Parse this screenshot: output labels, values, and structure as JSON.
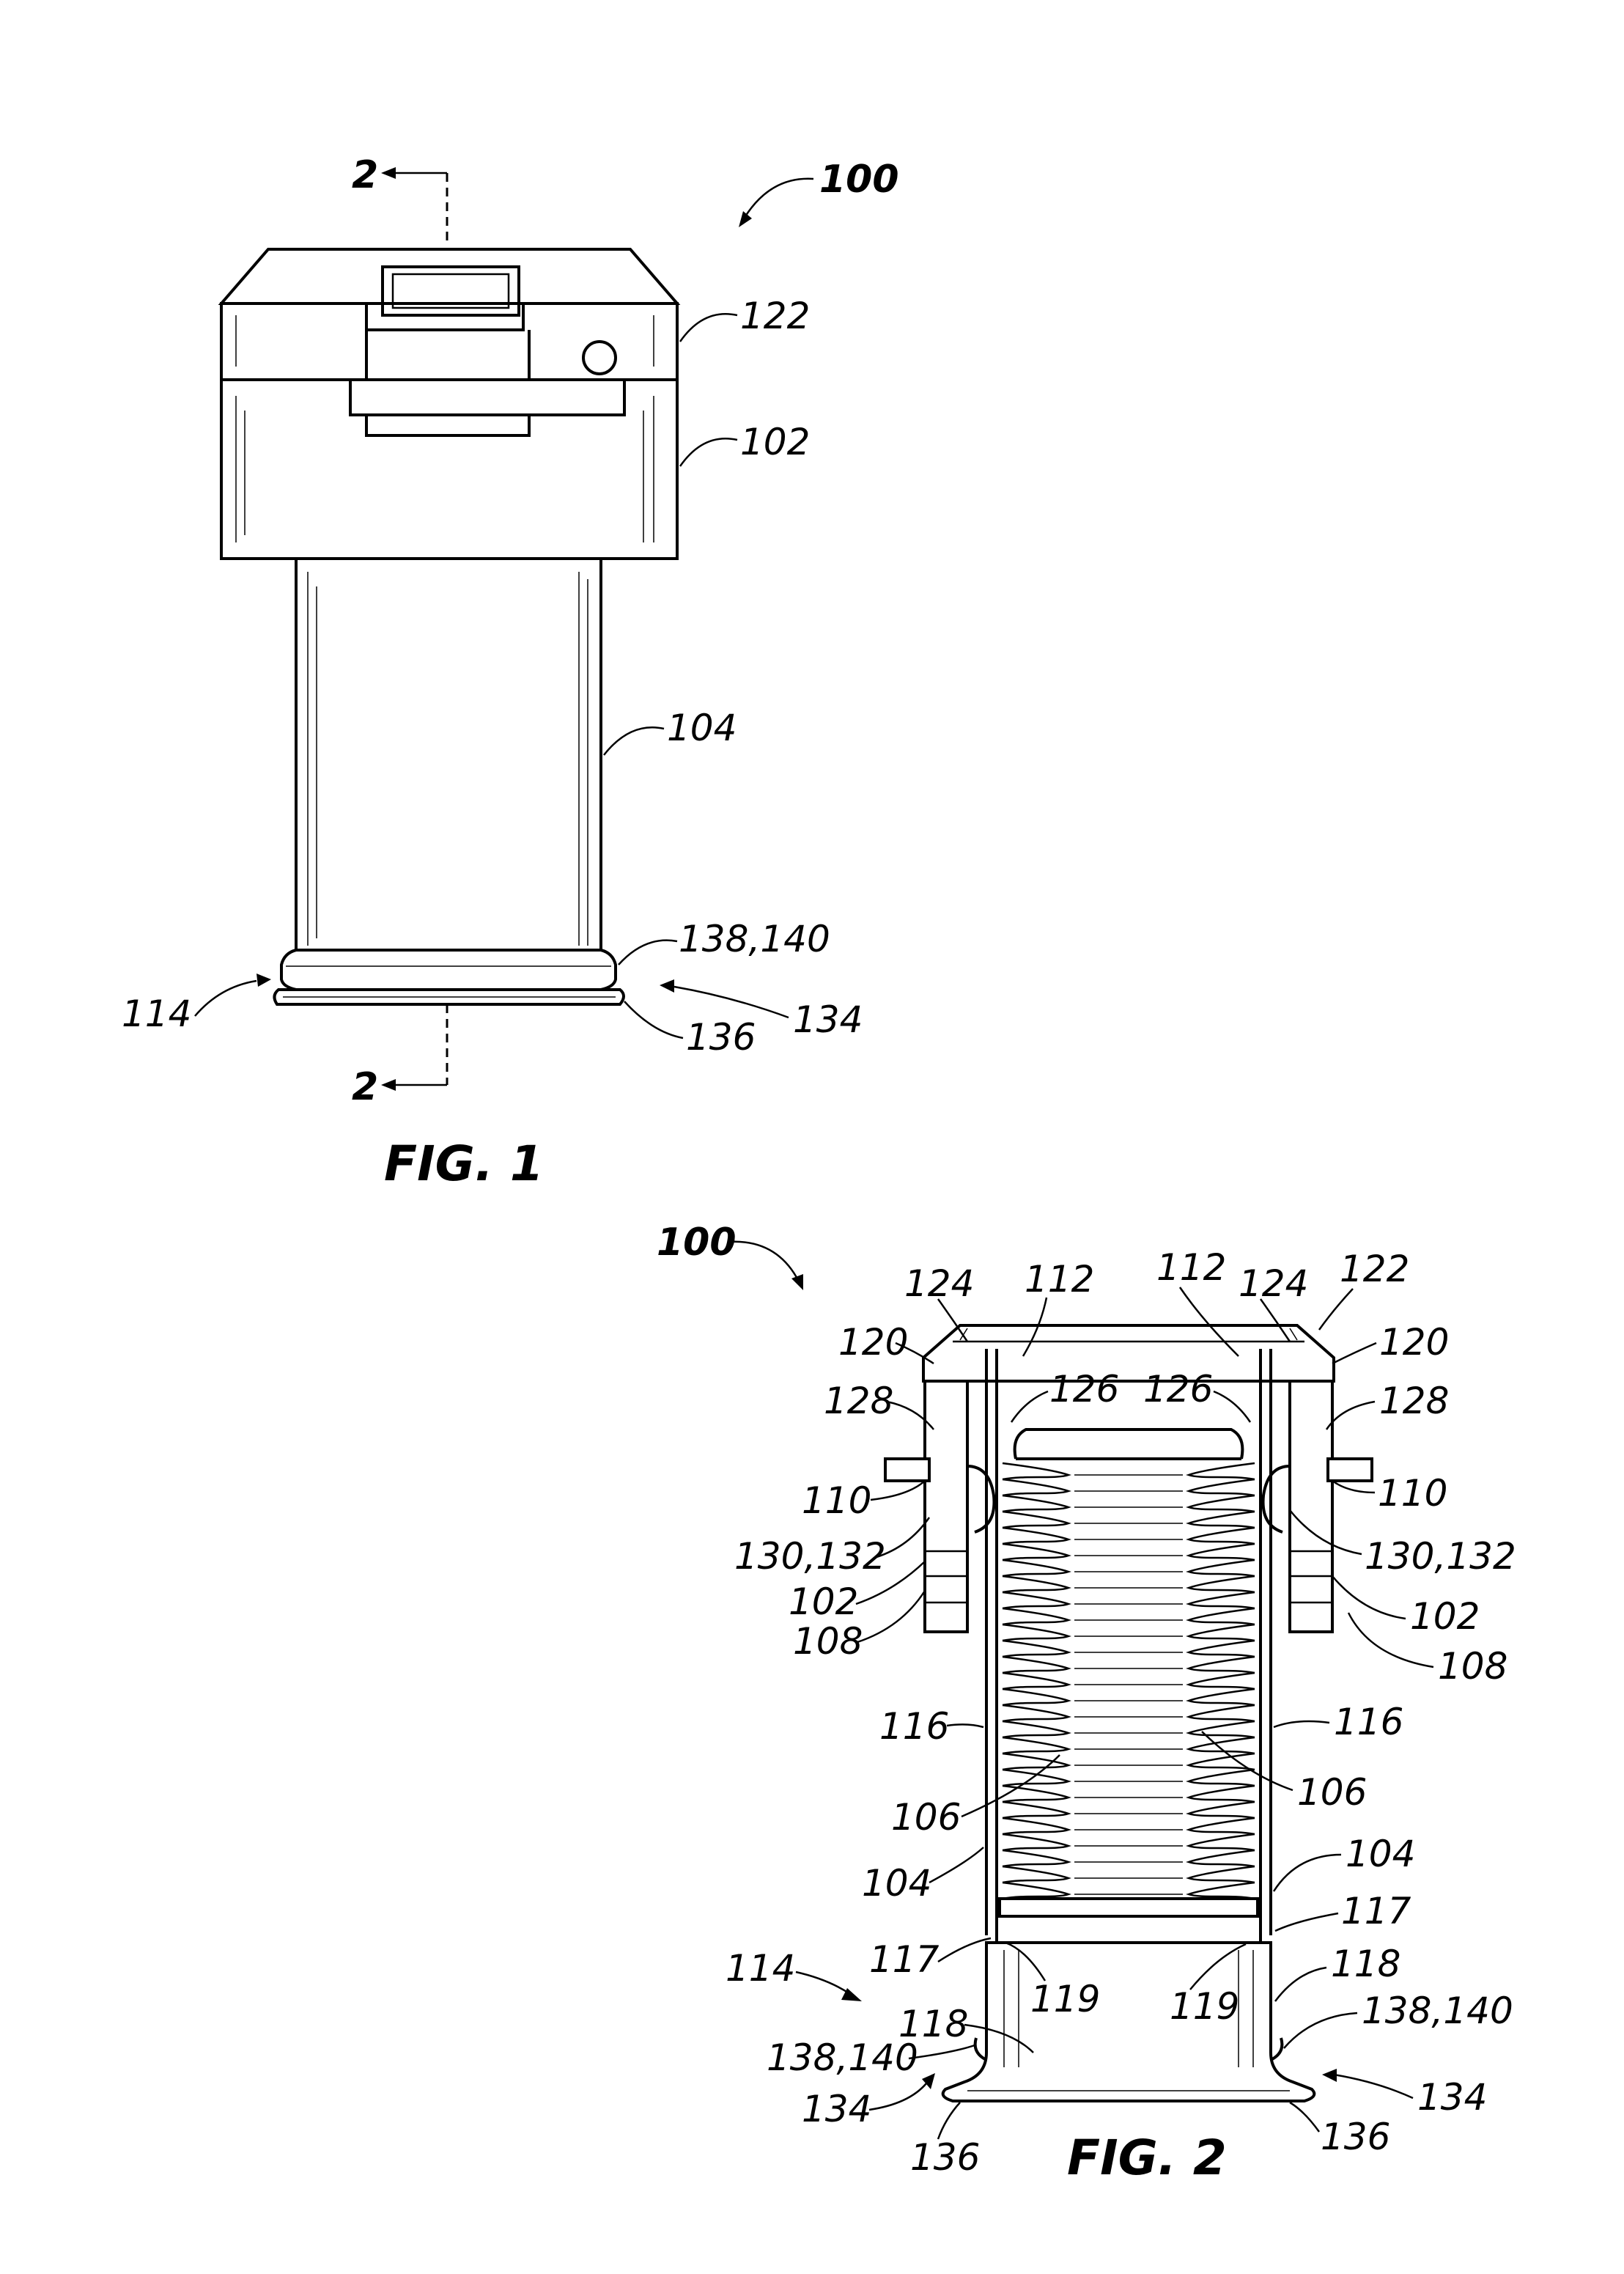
{
  "figure1": {
    "title": "FIG. 1",
    "section_marks": [
      "2",
      "2"
    ],
    "labels": {
      "assembly": "100",
      "cap": "122",
      "housing": "102",
      "tube": "104",
      "bead": "138,140",
      "end": "114",
      "flange_edge": "136",
      "flange": "134"
    }
  },
  "figure2": {
    "title": "FIG. 2",
    "labels": {
      "assembly": "100",
      "l124": "124",
      "l112": "112",
      "r112": "112",
      "r124": "124",
      "r122": "122",
      "l120": "120",
      "r120": "120",
      "l128": "128",
      "l126": "126",
      "r126": "126",
      "r128": "128",
      "l110": "110",
      "r110": "110",
      "l130": "130,132",
      "r130": "130,132",
      "l102": "102",
      "r102": "102",
      "l108": "108",
      "r108": "108",
      "l116": "116",
      "r116": "116",
      "l106": "106",
      "r106": "106",
      "l104": "104",
      "r104": "104",
      "r117": "117",
      "l117": "117",
      "end": "114",
      "l119": "119",
      "r119": "119",
      "l118": "118",
      "r118": "118",
      "l138": "138,140",
      "r138": "138,140",
      "l134": "134",
      "r134": "134",
      "l136": "136",
      "r136": "136"
    }
  }
}
